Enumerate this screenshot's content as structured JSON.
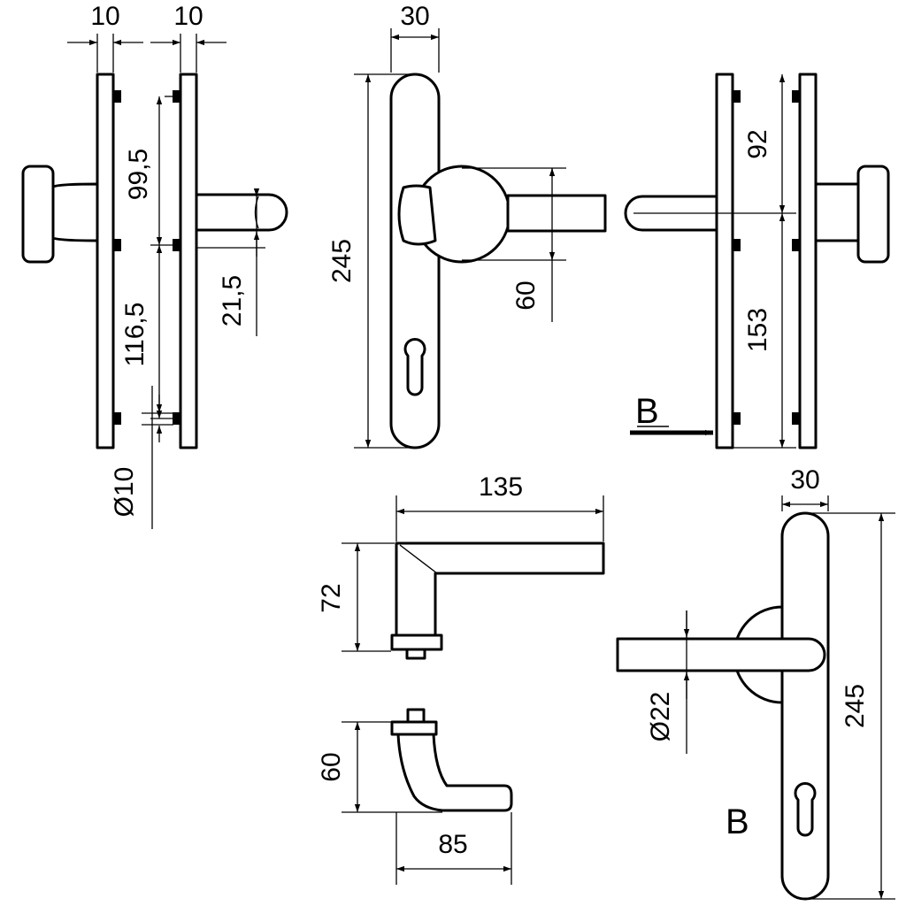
{
  "dimensions": {
    "top_left_width_a": "10",
    "top_left_width_b": "10",
    "upper_spacing": "99,5",
    "lower_spacing": "116,5",
    "lever_diameter": "21,5",
    "screw_diameter": "Ø10",
    "plate_width_top": "30",
    "plate_height_top": "245",
    "rose_height": "60",
    "upper_back_spacing": "92",
    "lower_back_spacing": "153",
    "lever_length": "135",
    "lever_height": "72",
    "lever2_height": "60",
    "lever2_length": "85",
    "plate_width_bottom": "30",
    "plate_height_bottom": "245",
    "grip_diameter": "Ø22"
  },
  "labels": {
    "view_arrow": "B",
    "view_name": "B"
  },
  "colors": {
    "line": "#000000",
    "background": "#ffffff"
  }
}
